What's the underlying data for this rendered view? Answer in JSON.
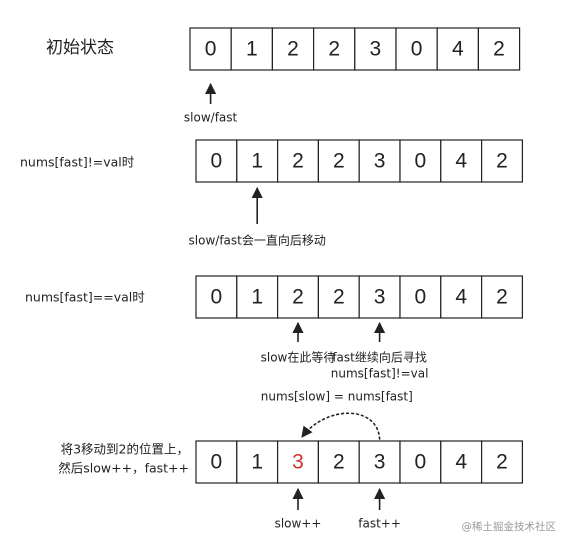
{
  "title": "",
  "watermark": "@稀土掘金技术社区",
  "colors": {
    "highlight": "#d0312d",
    "stroke": "#222222"
  },
  "rows": [
    {
      "left_label": [
        "初始状态"
      ],
      "values": [
        "0",
        "1",
        "2",
        "2",
        "3",
        "0",
        "4",
        "2"
      ],
      "highlight_index": -1,
      "pointers": [
        {
          "cell": 0,
          "lines": [
            "slow/fast"
          ]
        }
      ]
    },
    {
      "left_label": [
        "nums[fast]!=val时"
      ],
      "values": [
        "0",
        "1",
        "2",
        "2",
        "3",
        "0",
        "4",
        "2"
      ],
      "highlight_index": -1,
      "pointers": [
        {
          "cell": 1,
          "lines": [
            "slow/fast会一直向后移动"
          ]
        }
      ]
    },
    {
      "left_label": [
        "nums[fast]==val时"
      ],
      "values": [
        "0",
        "1",
        "2",
        "2",
        "3",
        "0",
        "4",
        "2"
      ],
      "highlight_index": -1,
      "pointers": [
        {
          "cell": 2,
          "lines": [
            "slow在此等待"
          ]
        },
        {
          "cell": 4,
          "lines": [
            "fast继续向后寻找",
            "nums[fast]!=val"
          ]
        }
      ]
    },
    {
      "left_label": [
        "将3移动到2的位置上，",
        "然后slow++，fast++"
      ],
      "values": [
        "0",
        "1",
        "3",
        "2",
        "3",
        "0",
        "4",
        "2"
      ],
      "highlight_index": 2,
      "pointers": [
        {
          "cell": 2,
          "lines": [
            "slow++"
          ]
        },
        {
          "cell": 4,
          "lines": [
            "fast++"
          ]
        }
      ],
      "copy_arrow": {
        "from": 4,
        "to": 2,
        "label": "nums[slow] = nums[fast]"
      }
    }
  ]
}
